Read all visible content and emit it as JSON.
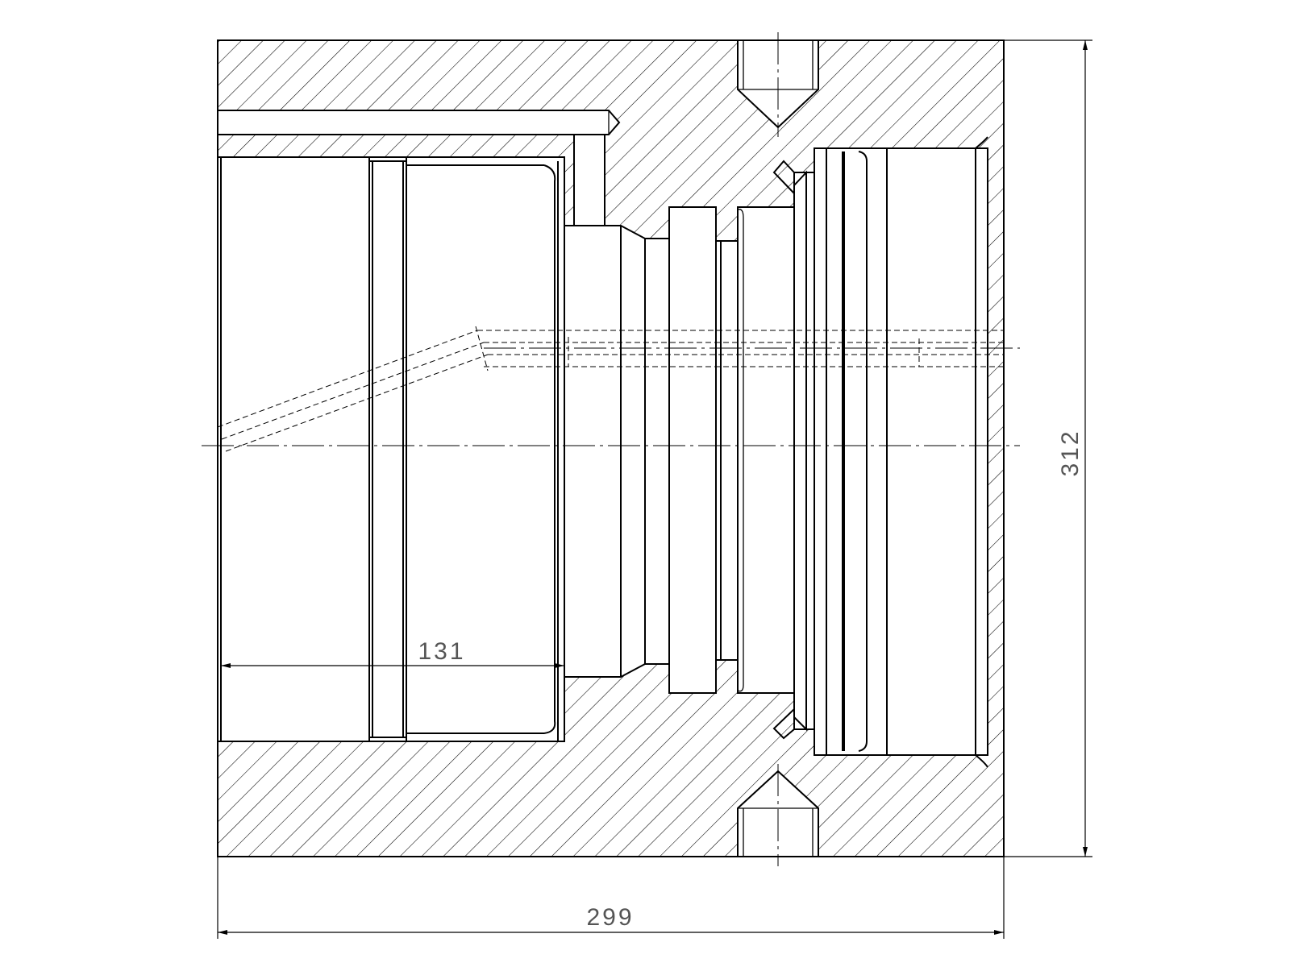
{
  "drawing": {
    "type": "technical cross-section",
    "hatch_color": "#000000",
    "line_color": "#000000",
    "dimension_text_color": "#555555"
  },
  "dimensions": {
    "overall_width": "299",
    "overall_height": "312",
    "bore_depth": "131"
  }
}
